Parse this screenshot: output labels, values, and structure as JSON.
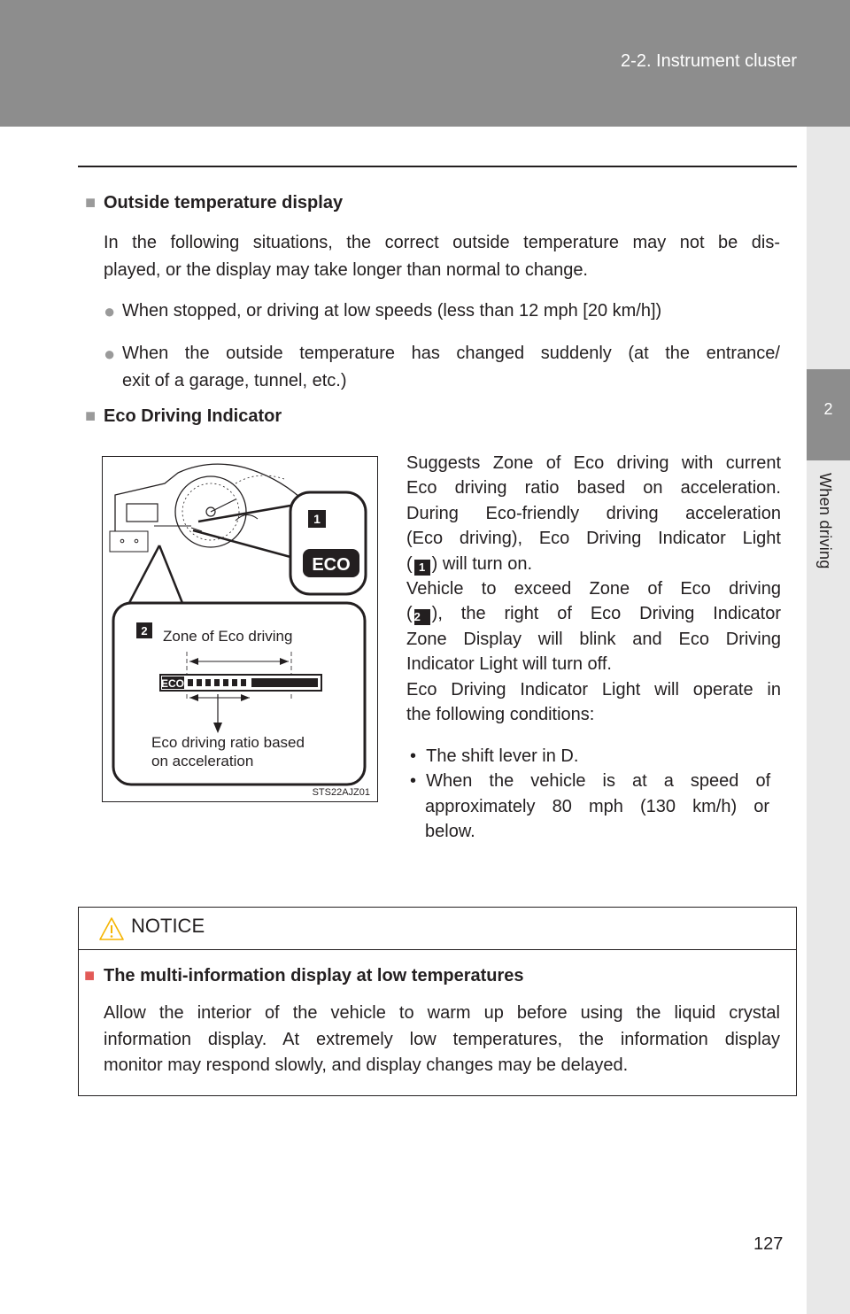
{
  "header": {
    "section": "2-2. Instrument cluster"
  },
  "side_tab": {
    "number": "2",
    "label": "When driving"
  },
  "outside_temp": {
    "heading": "Outside temperature display",
    "intro_line1": "In the following situations, the correct outside temperature may not be dis-",
    "intro_line2": "played, or the display may take longer than normal to change.",
    "bullet1": "When stopped, or driving at low speeds (less than 12 mph [20 km/h])",
    "bullet2_line1": "When the outside temperature has changed suddenly (at the entrance/",
    "bullet2_line2": "exit of a garage, tunnel, etc.)"
  },
  "eco": {
    "heading": "Eco Driving Indicator",
    "l1": "Suggests Zone of Eco driving with current",
    "l2": "Eco driving ratio based on acceleration.",
    "l3": "During Eco-friendly driving acceleration",
    "l4": "(Eco driving), Eco Driving Indicator Light",
    "l5a": "(",
    "l5_num": "1",
    "l5b": ") will turn on.",
    "l6": "Vehicle to exceed Zone of Eco driving",
    "l7a": "(",
    "l7_num": "2",
    "l7b": "), the right of Eco Driving Indicator",
    "l8": "Zone Display will blink and Eco Driving",
    "l9": "Indicator Light will turn off.",
    "l10": "Eco Driving Indicator Light will operate in",
    "l11": "the following conditions:",
    "cond1": "The shift lever in D.",
    "cond2_line1": "When the vehicle is at a speed of",
    "cond2_line2": "approximately 80 mph (130 km/h) or",
    "cond2_line3": "below."
  },
  "illustration": {
    "callout1": "1",
    "callout2": "2",
    "eco_badge": "ECO",
    "bar_eco": "ECO",
    "zone_label": "Zone of Eco driving",
    "ratio_label_line1": "Eco driving ratio based",
    "ratio_label_line2": "on acceleration",
    "figure_code": "STS22AJZ01"
  },
  "notice": {
    "title": "NOTICE",
    "heading": "The multi-information display at low temperatures",
    "line1": "Allow the interior of the vehicle to warm up before using the liquid crystal",
    "line2": "information display. At extremely low temperatures, the information display",
    "line3": "monitor may respond slowly, and display changes may be delayed."
  },
  "page_number": "127"
}
